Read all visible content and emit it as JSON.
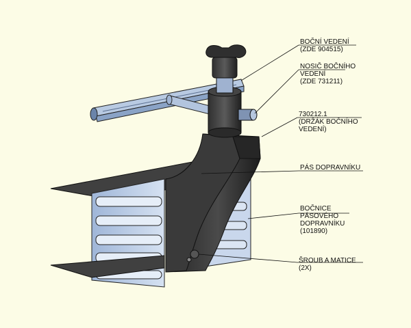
{
  "callouts": {
    "bocni_vedeni": [
      "BOČNÍ VEDENÍ",
      "(ZDE 904515)"
    ],
    "nosic": [
      "NOSIČ BOČNÍHO",
      "VEDENÍ",
      "(ZDE 731211)"
    ],
    "drzak": [
      "730212.1",
      "(DRŽÁK BOČNÍHO",
      "VEDENÍ)"
    ],
    "pas": [
      "PÁS DOPRAVNÍKU"
    ],
    "bocnice": [
      "BOČNICE",
      "PÁSOVÉHO",
      "DOPRAVNÍKU",
      "(101890)"
    ],
    "sroub": [
      "ŠROUB A MATICE",
      "(2X)"
    ]
  },
  "colors": {
    "background": "#fcfce6",
    "rail": "#b4c8e4",
    "rail_dark": "#7f9ac0",
    "holder": "#2d2d2d",
    "belt": "#3e3e3e"
  }
}
